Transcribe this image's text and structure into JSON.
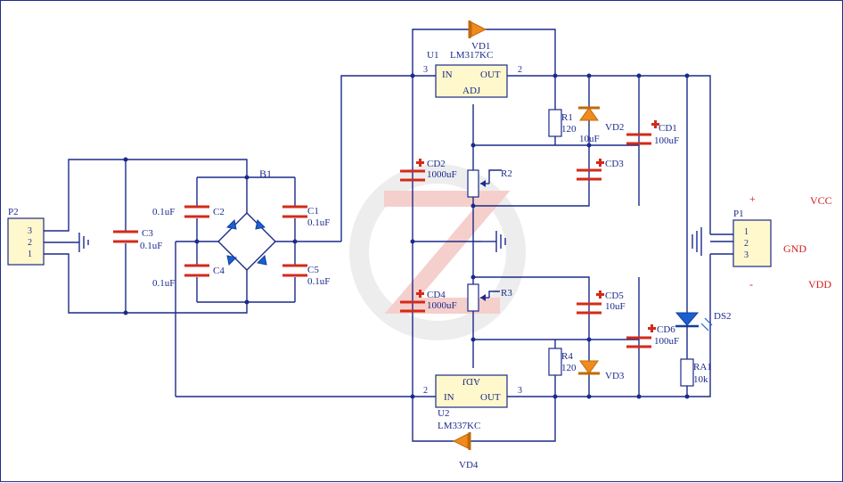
{
  "connectors": {
    "p2": {
      "ref": "P2",
      "pins": [
        "3",
        "2",
        "1"
      ]
    },
    "p1": {
      "ref": "P1",
      "pins": [
        "1",
        "2",
        "3"
      ]
    }
  },
  "rail_labels": {
    "vcc": "VCC",
    "gnd": "GND",
    "vdd": "VDD",
    "plus": "+",
    "minus": "-"
  },
  "bridge": {
    "ref": "B1"
  },
  "capacitors": {
    "c1": {
      "ref": "C1",
      "value": "0.1uF"
    },
    "c2": {
      "ref": "C2",
      "value": "0.1uF"
    },
    "c3": {
      "ref": "C3",
      "value": "0.1uF"
    },
    "c4": {
      "ref": "C4",
      "value": "0.1uF"
    },
    "c5": {
      "ref": "C5",
      "value": "0.1uF"
    },
    "cd1": {
      "ref": "CD1",
      "value": "100uF"
    },
    "cd2": {
      "ref": "CD2",
      "value": "1000uF"
    },
    "cd3": {
      "ref": "CD3",
      "value": ""
    },
    "cd4": {
      "ref": "CD4",
      "value": "1000uF"
    },
    "cd5": {
      "ref": "CD5",
      "value": "10uF"
    },
    "cd6": {
      "ref": "CD6",
      "value": "100uF"
    }
  },
  "regulators": {
    "u1": {
      "ref": "U1",
      "part": "LM317KC",
      "in": "IN",
      "out": "OUT",
      "adj": "ADJ",
      "pin_in": "3",
      "pin_out": "2"
    },
    "u2": {
      "ref": "U2",
      "part": "LM337KC",
      "in": "IN",
      "out": "OUT",
      "adj": "ADJ",
      "pin_in": "2",
      "pin_out": "3"
    }
  },
  "resistors": {
    "r1": {
      "ref": "R1",
      "value": "120"
    },
    "r4": {
      "ref": "R4",
      "value": "120"
    },
    "ra1": {
      "ref": "RA1",
      "value": "10k"
    },
    "r2": {
      "ref": "R2"
    },
    "r3": {
      "ref": "R3"
    }
  },
  "diodes": {
    "vd1": "VD1",
    "vd2": "VD2",
    "vd3": "VD3",
    "vd4": "VD4",
    "ds2": "DS2",
    "vd2_cap_value": "10uF"
  },
  "colors": {
    "wire": "#1b2a8a",
    "capacitor": "#d42a1a",
    "diode": "#f08a1c",
    "led": "#1a5fd0",
    "chip_fill": "#fff8cc",
    "rail_label": "#d0201c"
  }
}
